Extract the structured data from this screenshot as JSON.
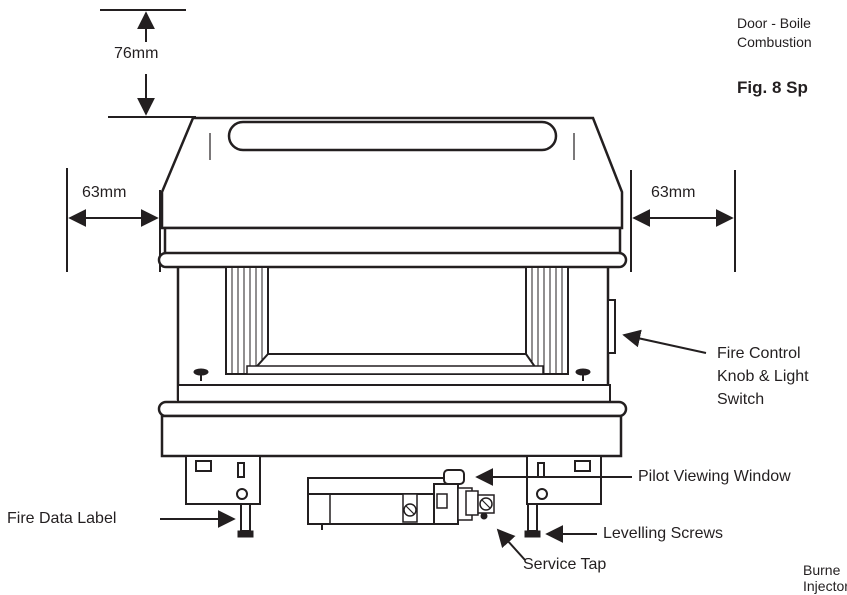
{
  "dimensions": {
    "top_clearance": "76mm",
    "left_clearance": "63mm",
    "right_clearance": "63mm"
  },
  "callouts": {
    "fire_control": [
      "Fire Control",
      "Knob & Light",
      "Switch"
    ],
    "pilot_window": "Pilot Viewing Window",
    "fire_data_label": "Fire Data Label",
    "levelling_screws": "Levelling Screws",
    "service_tap": "Service Tap"
  },
  "cropped_text": {
    "door_line1": "Door - Boile",
    "door_line2": "Combustion",
    "figure_title": "Fig. 8 Sp",
    "burner_line1": "Burne",
    "burner_line2": "Injector"
  },
  "colors": {
    "ink": "#231f20",
    "fill": "#ffffff",
    "shade": "#cfcfcf"
  }
}
